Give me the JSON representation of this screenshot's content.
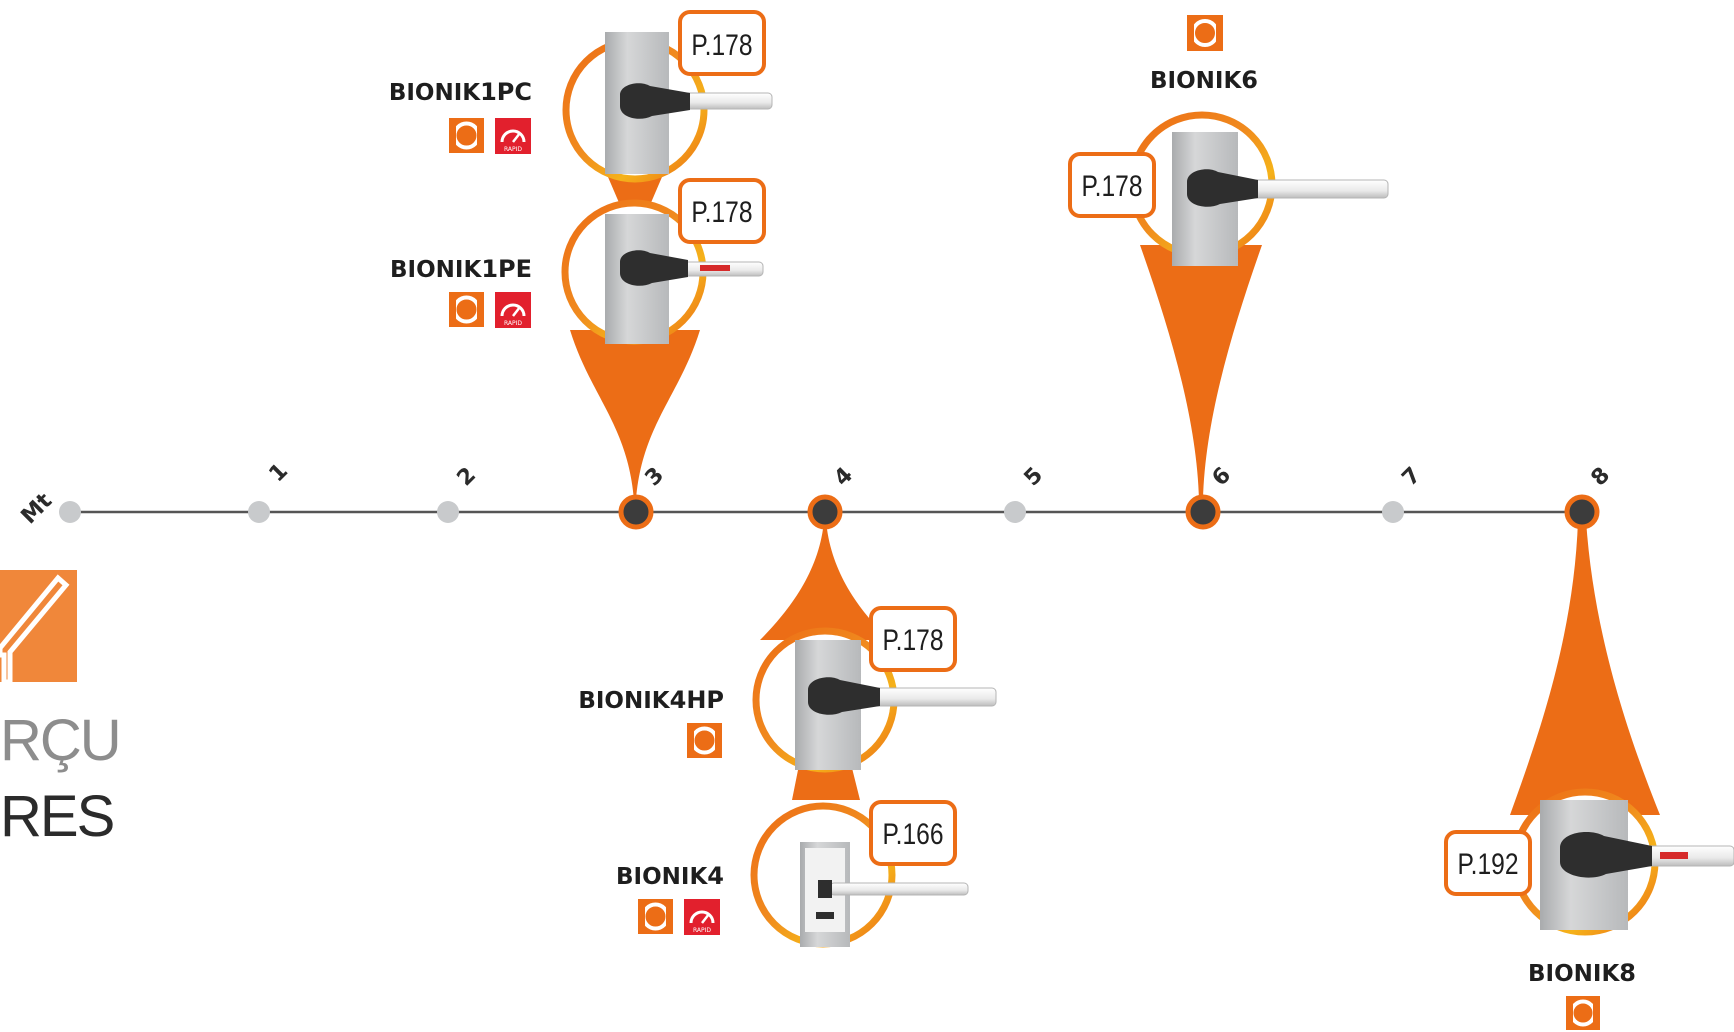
{
  "axis": {
    "unit_label": "Mt",
    "ticks": [
      "1",
      "2",
      "3",
      "4",
      "5",
      "6",
      "7",
      "8"
    ]
  },
  "side_title": {
    "line1": "RÇU",
    "line2": "RES"
  },
  "products": [
    {
      "id": "p1pc",
      "name_base": "BIONIK",
      "name_suffix": "1PC",
      "page_ref": "P.178",
      "length_m": 3,
      "badges": [
        "standard-icon",
        "rapid-icon"
      ],
      "badge_text": "RAPID"
    },
    {
      "id": "p1pe",
      "name_base": "BIONIK",
      "name_suffix": "1PE",
      "page_ref": "P.178",
      "length_m": 3,
      "badges": [
        "standard-icon",
        "rapid-icon"
      ],
      "badge_text": "RAPID"
    },
    {
      "id": "p6",
      "name_base": "BIONIK",
      "name_suffix": "6",
      "page_ref": "P.178",
      "length_m": 6,
      "badges": [
        "standard-icon"
      ]
    },
    {
      "id": "p4hp",
      "name_base": "BIONIK",
      "name_suffix": "4HP",
      "page_ref": "P.178",
      "length_m": 4,
      "badges": [
        "standard-icon"
      ]
    },
    {
      "id": "p4",
      "name_base": "BIONIK",
      "name_suffix": "4",
      "page_ref": "P.166",
      "length_m": 4,
      "badges": [
        "standard-icon",
        "rapid-icon"
      ],
      "badge_text": "RAPID"
    },
    {
      "id": "p8",
      "name_base": "BIONIK",
      "name_suffix": "8",
      "page_ref": "P.192",
      "length_m": 8,
      "badges": [
        "standard-icon"
      ]
    }
  ],
  "colors": {
    "accent": "#ec6d16",
    "accent_light": "#f0a33a",
    "accent_yellow": "#f5b21a",
    "rapid_red": "#e2202d",
    "axis_line": "#555555",
    "dot_inactive": "#c8cacc",
    "dot_active": "#3c3c3c",
    "cabinet": "#c9cacb",
    "handle": "#2e2e2e"
  }
}
